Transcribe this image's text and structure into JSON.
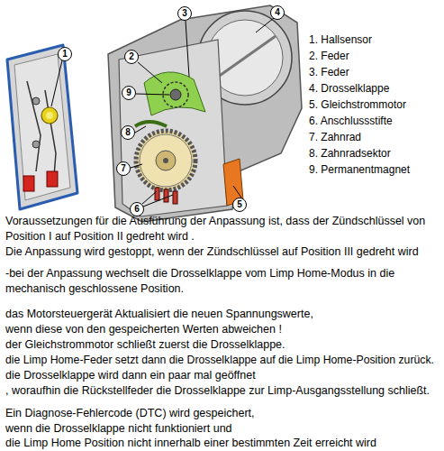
{
  "diagram": {
    "nodes": [
      {
        "text": [
          "3"
        ]
      },
      {
        "text": [
          "4"
        ]
      },
      {
        "text": [
          "1"
        ]
      },
      {
        "text": [
          "2"
        ]
      },
      {
        "text": [
          "9"
        ]
      },
      {
        "text": [
          "8"
        ]
      },
      {
        "text": [
          "7"
        ]
      },
      {
        "text": [
          "6"
        ]
      },
      {
        "text": [
          "5"
        ]
      }
    ],
    "labels": [
      "1. Hallsensor",
      "2. Feder",
      "3. Feder",
      "4. Drosselklappe",
      "5. Gleichstrommotor",
      "6. Anschlussstifte",
      "7. Zahnrad",
      "8. Zahnradsektor",
      "9. Permanentmagnet",
      "Voraussetzungen für die Ausführung der Anpassung ist, dass der Zündschlüssel von",
      "Position I auf Position II gedreht wird .",
      "Die Anpassung wird gestoppt, wenn der Zündschlüssel auf Position III gedreht wird",
      "-bei der Anpassung wechselt die Drosselklappe vom Limp Home-Modus in die",
      "mechanisch geschlossene Position.",
      "das Motorsteuergerät Aktualisiert die neuen Spannungswerte,",
      "wenn diese von den gespeicherten Werten abweichen !",
      "der Gleichstrommotor schließt zuerst die Drosselklappe.",
      "die Limp Home-Feder setzt dann die Drosselklappe auf die Limp Home-Position zurück.",
      "die Drosselklappe wird dann ein paar mal geöffnet",
      ", woraufhin die Rückstellfeder die Drosselklappe zur Limp-Ausgangsstellung schließt.",
      "Ein Diagnose-Fehlercode (DTC) wird gespeichert,",
      "wenn die Drosselklappe nicht funktioniert und",
      "die Limp Home Position nicht innerhalb einer bestimmten Zeit erreicht wird"
    ]
  }
}
